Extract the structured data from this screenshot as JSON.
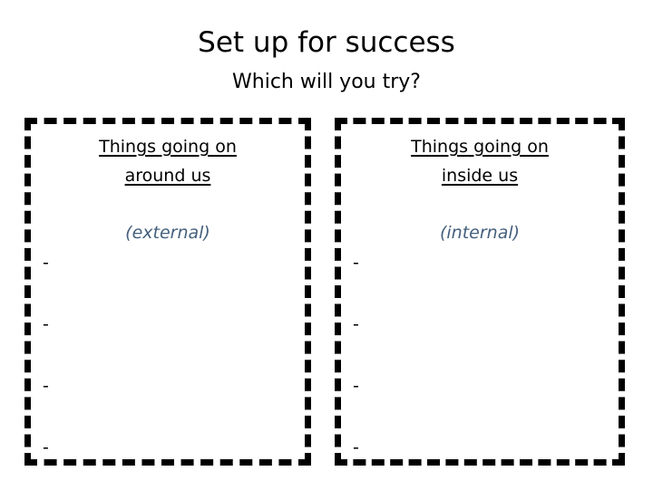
{
  "slide": {
    "title": "Set up for success",
    "subtitle": "Which will you try?",
    "background_color": "#ffffff",
    "border_color": "#000000",
    "accent_text_color": "#44607D"
  },
  "boxes": [
    {
      "heading_line1": "Things going on",
      "heading_line2": "around us",
      "subheading": "(external)",
      "bullets": [
        {
          "marker": "-",
          "text": ""
        },
        {
          "marker": "-",
          "text": ""
        },
        {
          "marker": "-",
          "text": ""
        },
        {
          "marker": "-",
          "text": ""
        }
      ]
    },
    {
      "heading_line1": "Things going on",
      "heading_line2": "inside us",
      "subheading": "(internal)",
      "bullets": [
        {
          "marker": "-",
          "text": ""
        },
        {
          "marker": "-",
          "text": ""
        },
        {
          "marker": "-",
          "text": ""
        },
        {
          "marker": "-",
          "text": ""
        }
      ]
    }
  ]
}
